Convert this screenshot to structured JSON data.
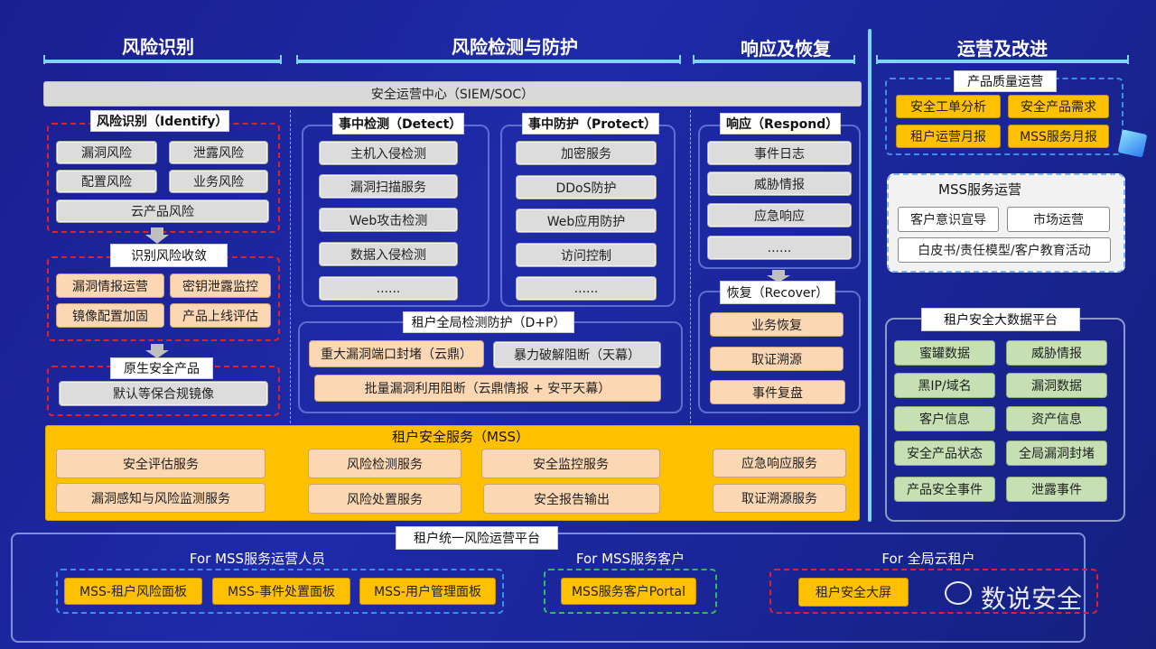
{
  "headers": {
    "identify": "风险识别",
    "detect_protect": "风险检测与防护",
    "respond_recover": "响应及恢复",
    "operate": "运营及改进"
  },
  "soc": "安全运营中心（SIEM/SOC）",
  "identify": {
    "title": "风险识别（Identify）",
    "items": [
      "漏洞风险",
      "泄露风险",
      "配置风险",
      "业务风险",
      "云产品风险"
    ],
    "converge_title": "识别风险收敛",
    "converge_items": [
      "漏洞情报运营",
      "密钥泄露监控",
      "镜像配置加固",
      "产品上线评估"
    ],
    "native_title": "原生安全产品",
    "native_items": [
      "默认等保合规镜像"
    ]
  },
  "detect": {
    "title": "事中检测（Detect）",
    "items": [
      "主机入侵检测",
      "漏洞扫描服务",
      "Web攻击检测",
      "数据入侵检测",
      "......"
    ]
  },
  "protect": {
    "title": "事中防护（Protect）",
    "items": [
      "加密服务",
      "DDoS防护",
      "Web应用防护",
      "访问控制",
      "......"
    ]
  },
  "dp": {
    "title": "租户全局检测防护（D+P）",
    "items": [
      "重大漏洞端口封堵（云鼎）",
      "暴力破解阻断（天幕）",
      "批量漏洞利用阻断（云鼎情报 + 安平天幕）"
    ]
  },
  "respond": {
    "title": "响应（Respond）",
    "items": [
      "事件日志",
      "威胁情报",
      "应急响应",
      "......"
    ]
  },
  "recover": {
    "title": "恢复（Recover）",
    "items": [
      "业务恢复",
      "取证溯源",
      "事件复盘"
    ]
  },
  "mss": {
    "title": "租户安全服务（MSS）",
    "items": [
      "安全评估服务",
      "漏洞感知与风险监测服务",
      "风险检测服务",
      "安全监控服务",
      "风险处置服务",
      "安全报告输出",
      "应急响应服务",
      "取证溯源服务"
    ]
  },
  "quality": {
    "title": "产品质量运营",
    "items": [
      "安全工单分析",
      "安全产品需求",
      "租户运营月报",
      "MSS服务月报"
    ]
  },
  "mss_ops": {
    "title": "MSS服务运营",
    "items": [
      "客户意识宣导",
      "市场运营",
      "白皮书/责任模型/客户教育活动"
    ]
  },
  "bigdata": {
    "title": "租户安全大数据平台",
    "items": [
      "蜜罐数据",
      "威胁情报",
      "黑IP/域名",
      "漏洞数据",
      "客户信息",
      "资产信息",
      "安全产品状态",
      "全局漏洞封堵",
      "产品安全事件",
      "泄露事件"
    ]
  },
  "platform": {
    "title": "租户统一风险运营平台",
    "ops_label": "For MSS服务运营人员",
    "ops_items": [
      "MSS-租户风险面板",
      "MSS-事件处置面板",
      "MSS-用户管理面板"
    ],
    "customer_label": "For MSS服务客户",
    "customer_items": [
      "MSS服务客户Portal"
    ],
    "tenant_label": "For 全局云租户",
    "tenant_items": [
      "租户安全大屏"
    ]
  },
  "watermark": "数说安全"
}
